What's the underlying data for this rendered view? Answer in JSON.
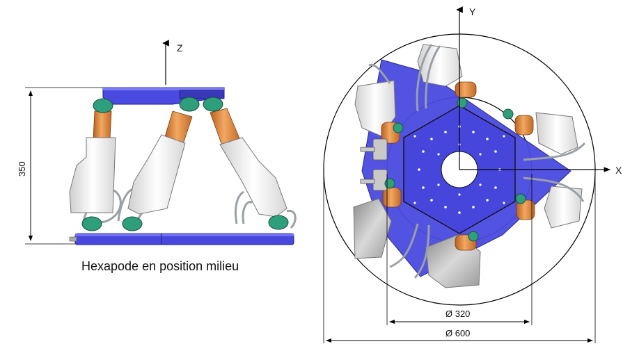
{
  "side_view": {
    "axis_z": "Z",
    "height_dim": "350",
    "caption": "Hexapode en position milieu"
  },
  "top_view": {
    "axis_y": "Y",
    "axis_x": "X",
    "dim_inner": "Ø 320",
    "dim_outer": "Ø 600"
  },
  "colors": {
    "platform_blue": "#4a4ae0",
    "actuator_orange": "#e08a3c",
    "motor_white": "#f4f4f4",
    "joint_green": "#2fa37a",
    "cable_gray": "#9aa0a6"
  }
}
